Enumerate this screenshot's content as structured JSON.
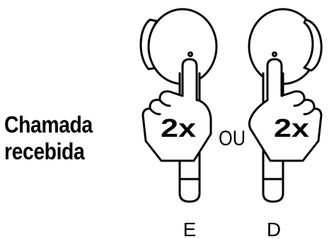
{
  "heading": {
    "line1": "Chamada",
    "line2": "recebida"
  },
  "left_earbud": {
    "tap_count": "2x",
    "side_label": "E"
  },
  "separator": "OU",
  "right_earbud": {
    "tap_count": "2x",
    "side_label": "D"
  },
  "colors": {
    "ink": "#000000",
    "background": "#ffffff"
  }
}
